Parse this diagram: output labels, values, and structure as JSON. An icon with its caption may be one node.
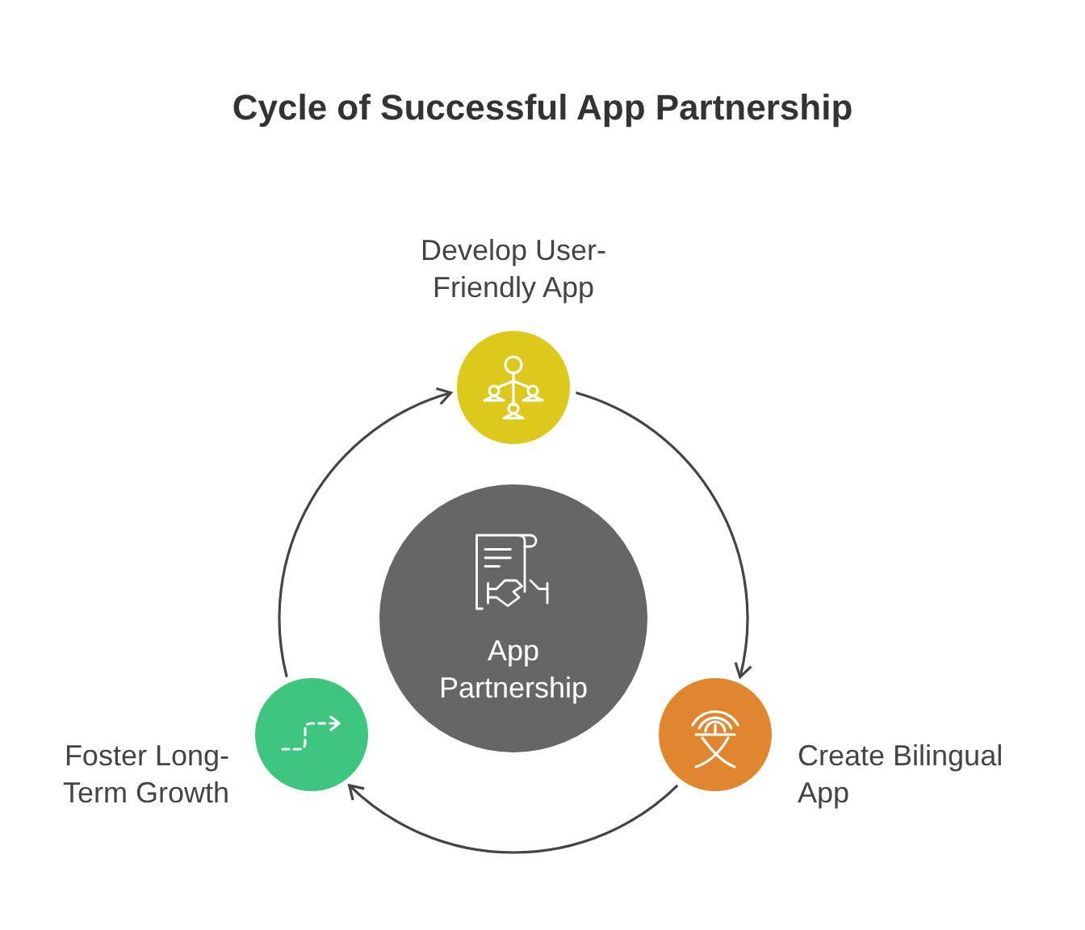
{
  "diagram": {
    "title": "Cycle of Successful App Partnership",
    "nodes": [
      {
        "text": [
          "App Partnership"
        ]
      },
      {
        "text": [],
        "shape": "circle",
        "beside": [
          "Develop User-Friendly App"
        ]
      },
      {
        "text": [],
        "shape": "circle",
        "beside": [
          "Create Bilingual App"
        ]
      },
      {
        "text": [],
        "shape": "circle",
        "beside": [
          "Foster Long-Term Growth"
        ]
      }
    ],
    "edges": [
      {
        "from": 1,
        "to": 2,
        "arrow": "to"
      },
      {
        "from": 2,
        "to": 3,
        "arrow": "to"
      },
      {
        "from": 3,
        "to": 1,
        "arrow": "to"
      }
    ]
  }
}
